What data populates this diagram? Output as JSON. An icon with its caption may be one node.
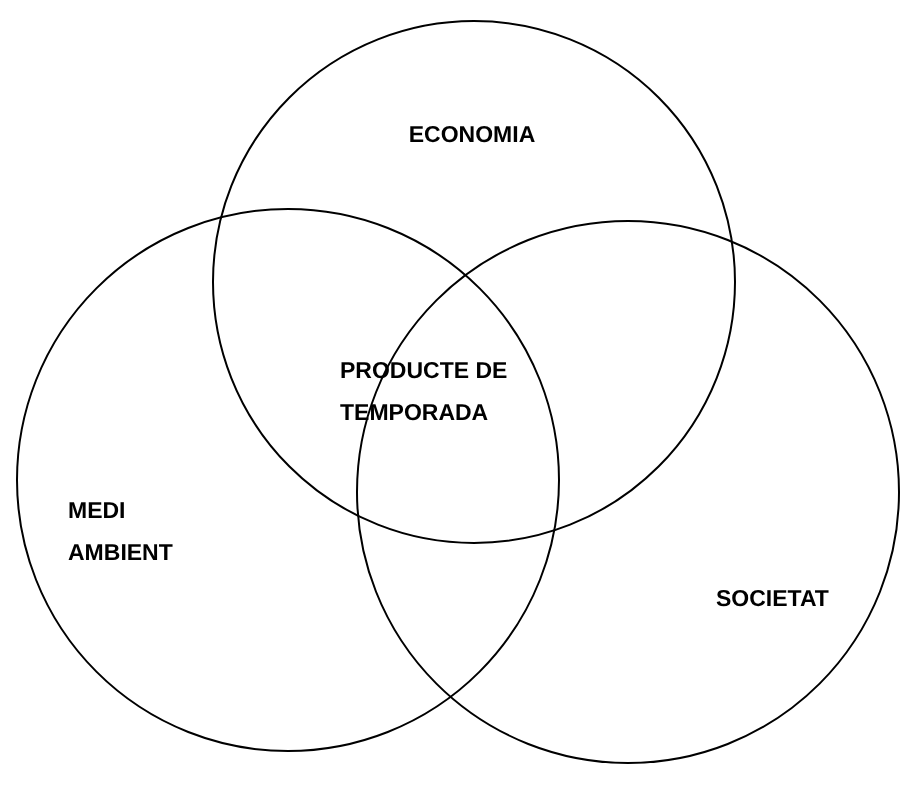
{
  "diagram": {
    "nodes": [
      {
        "text": [
          "ECONOMIA"
        ]
      },
      {
        "text": [
          "MEDI AMBIENT"
        ]
      },
      {
        "text": [
          "SOCIETAT"
        ]
      }
    ],
    "labels": [
      "PRODUCTE DE TEMPORADA"
    ]
  }
}
